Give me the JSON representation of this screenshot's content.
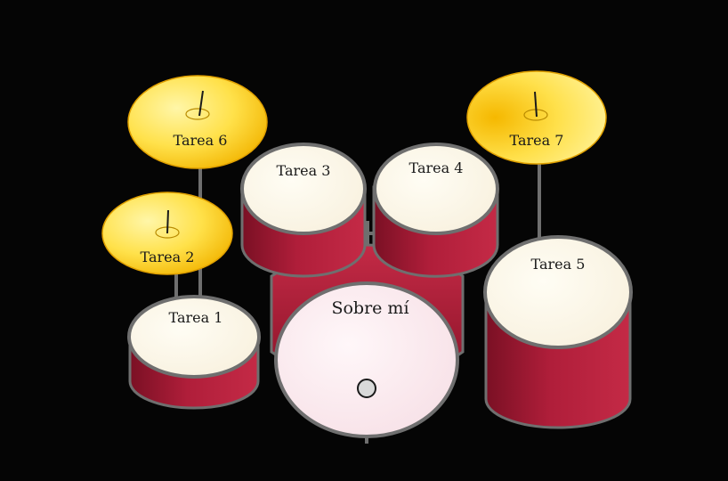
{
  "kit": {
    "bass_drum_label": "Sobre mí",
    "drums": [
      {
        "label": "Tarea 1"
      },
      {
        "label": "Tarea 3"
      },
      {
        "label": "Tarea 4"
      },
      {
        "label": "Tarea 5"
      }
    ],
    "cymbals": [
      {
        "label": "Tarea 6"
      },
      {
        "label": "Tarea 2"
      },
      {
        "label": "Tarea 7"
      }
    ]
  },
  "colors": {
    "background": "#050505",
    "drum_shell": "#b01e3a",
    "drum_shell_dark": "#7a1024",
    "drum_head": "#fdf8ea",
    "bass_head": "#fbe9ee",
    "cymbal": "#ffd21a",
    "hardware": "#6f6f6f"
  }
}
